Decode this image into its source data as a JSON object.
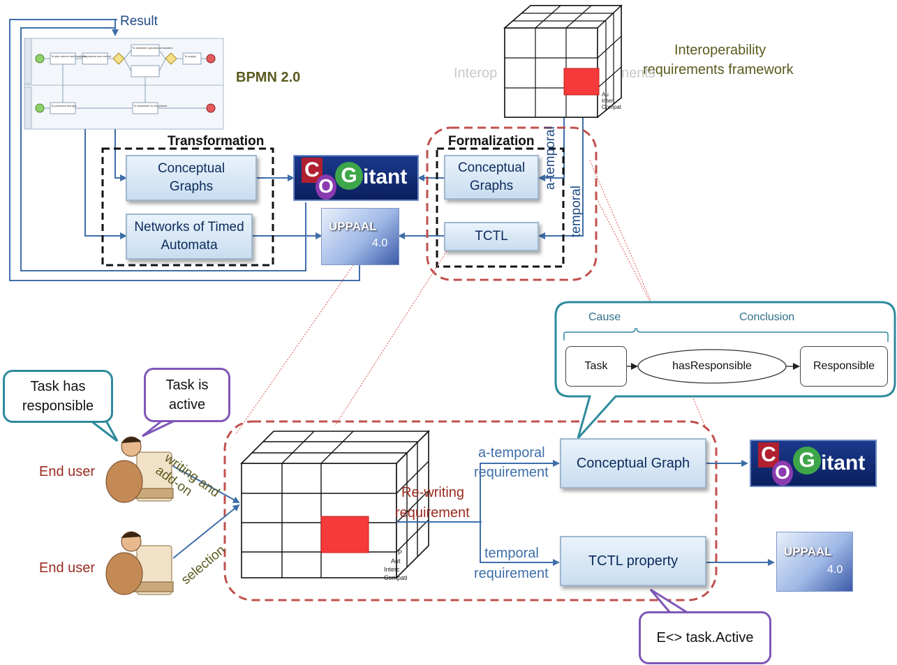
{
  "top": {
    "result_label": "Result",
    "bpmn_label": "BPMN 2.0",
    "framework_title_line1": "Interoperability",
    "framework_title_line2": "requirements framework",
    "framework_ghost_left": "Interop",
    "framework_ghost_right": "nents",
    "transformation_title": "Transformation",
    "formalization_title": "Formalization",
    "cg_left": "Conceptual Graphs",
    "nta": "Networks of Timed Automata",
    "cg_right": "Conceptual Graphs",
    "tctl": "TCTL",
    "vertical_atemporal": "a-temporal",
    "vertical_temporal": "temporal"
  },
  "bpmn_mini": {
    "lane1": [
      "To give opinion and analyses",
      "To prepare and control",
      "To distribute operational dossiers",
      "To supply"
    ],
    "lane2": [
      "To prescribe therapy",
      "To administer to the patient"
    ]
  },
  "rule": {
    "cause_label": "Cause",
    "conclusion_label": "Conclusion",
    "node_task": "Task",
    "node_relation": "hasResponsible",
    "node_responsible": "Responsible"
  },
  "bubbles": {
    "task_has_responsible": "Task has responsible",
    "task_is_active": "Task is active",
    "tctl_formula": "E<> task.Active"
  },
  "bottom": {
    "end_user_1": "End user",
    "end_user_2": "End user",
    "writing_addon": "writing and add-on",
    "selection": "selection",
    "rewriting_line1": "Re-writing",
    "rewriting_line2": "requirement",
    "atemporal_line1": "a-temporal",
    "atemporal_line2": "requirement",
    "temporal_line1": "temporal",
    "temporal_line2": "requirement",
    "conceptual_graph": "Conceptual Graph",
    "tctl_property": "TCTL property"
  },
  "cube_legend": [
    "P",
    "Aut",
    "Interc",
    "Compati"
  ],
  "cube_legend_top": [
    "",
    "Au",
    "Inter",
    "Compat"
  ],
  "logos": {
    "cogitant_c": "C",
    "cogitant_o": "O",
    "cogitant_g": "G",
    "cogitant_rest": "itant",
    "uppaal_name": "UPPAAL",
    "uppaal_version": "4.0"
  },
  "colors": {
    "arrow_blue": "#3e6ea8",
    "dashed_red": "#c0504d",
    "title_olive": "#5a5a1f",
    "end_user_red": "#9b2b1f",
    "teal_callout": "#2e8a9c",
    "purple_callout": "#7e57b8"
  }
}
